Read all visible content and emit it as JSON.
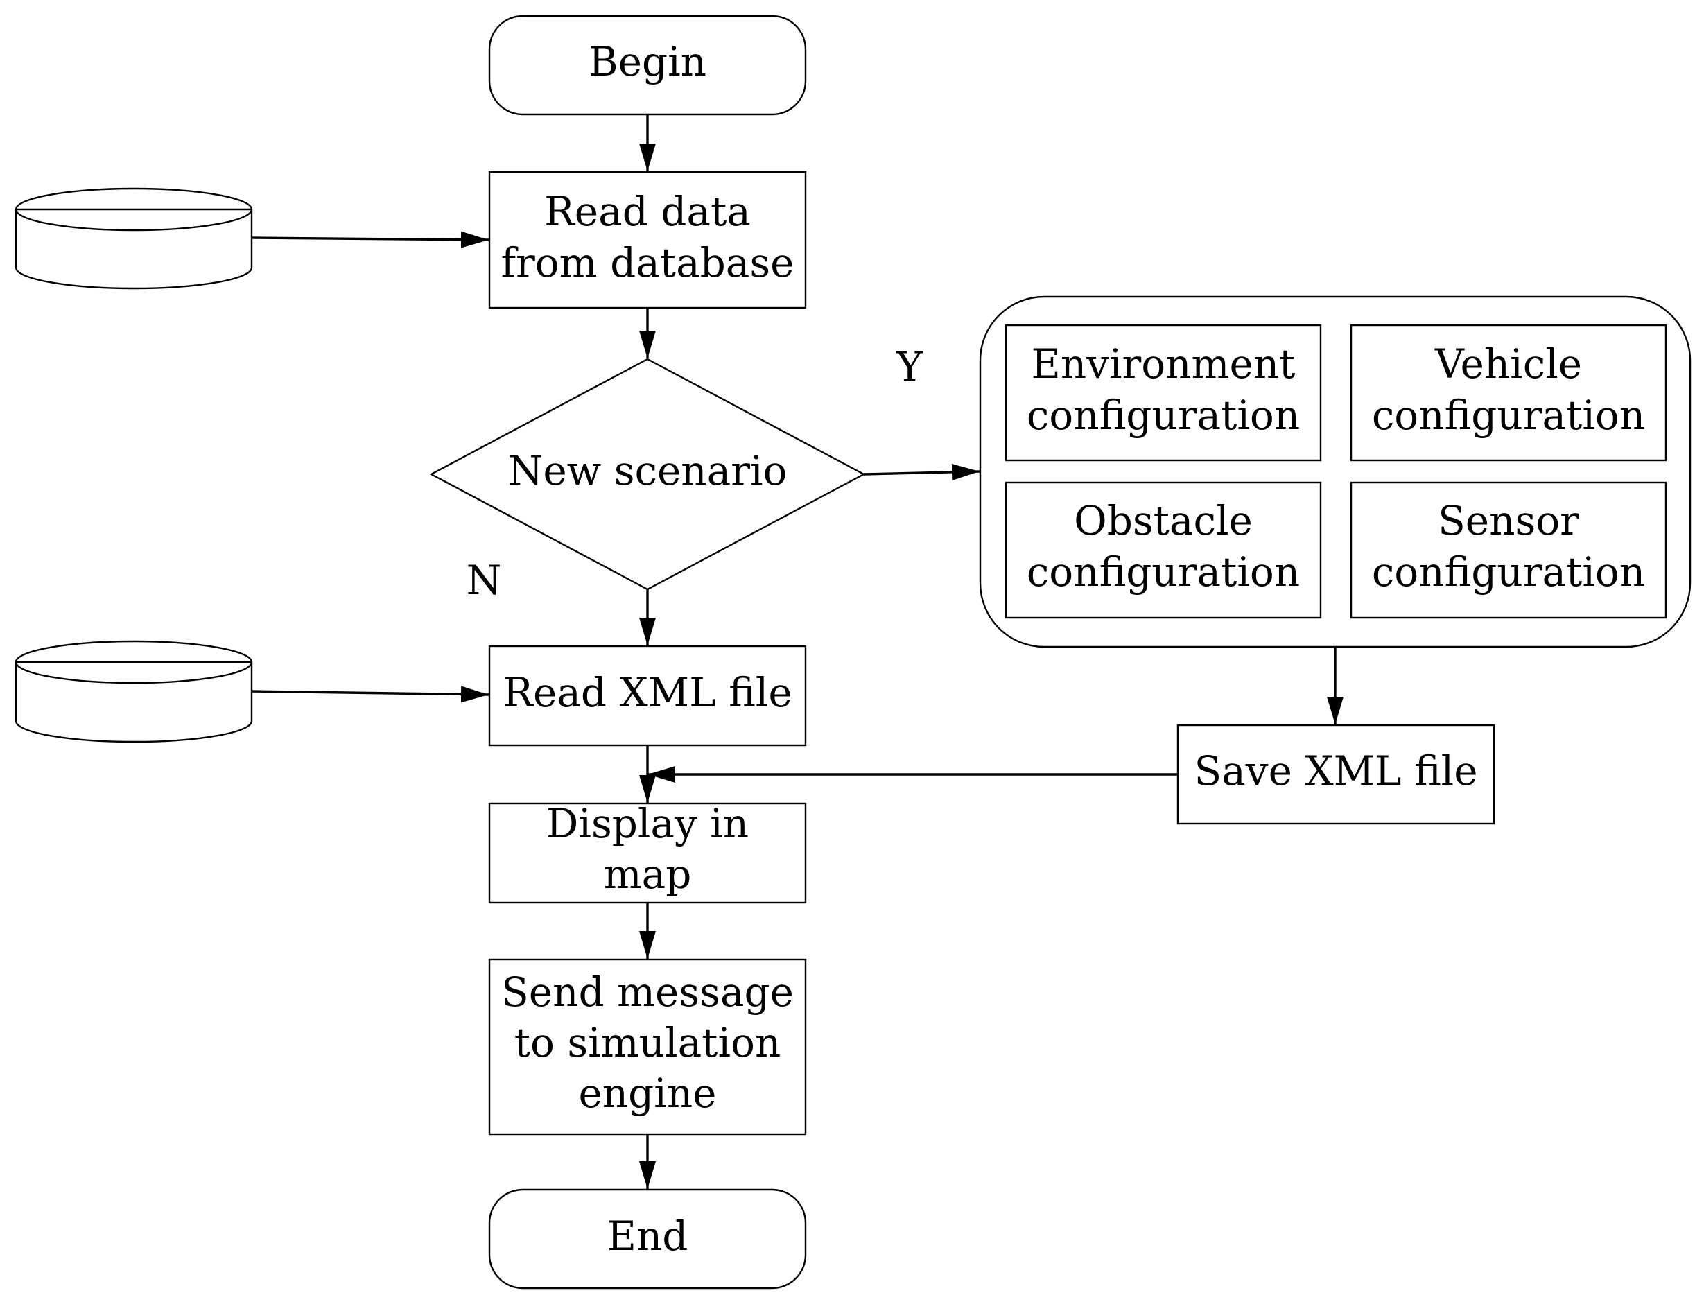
{
  "colors": {
    "stroke": "#000000",
    "background": "#ffffff"
  },
  "nodes": {
    "begin": "Begin",
    "read_db": [
      "Read data",
      "from database"
    ],
    "decision": "New scenario",
    "yes_label": "Y",
    "no_label": "N",
    "config": {
      "environment": [
        "Environment",
        "configuration"
      ],
      "vehicle": [
        "Vehicle",
        "configuration"
      ],
      "obstacle": [
        "Obstacle",
        "configuration"
      ],
      "sensor": [
        "Sensor",
        "configuration"
      ]
    },
    "read_xml": "Read XML file",
    "save_xml": "Save XML file",
    "display": [
      "Display in",
      "map"
    ],
    "send": [
      "Send message",
      "to simulation",
      "engine"
    ],
    "end": "End"
  },
  "icons": {
    "database_1": "database-icon",
    "database_2": "database-icon"
  }
}
